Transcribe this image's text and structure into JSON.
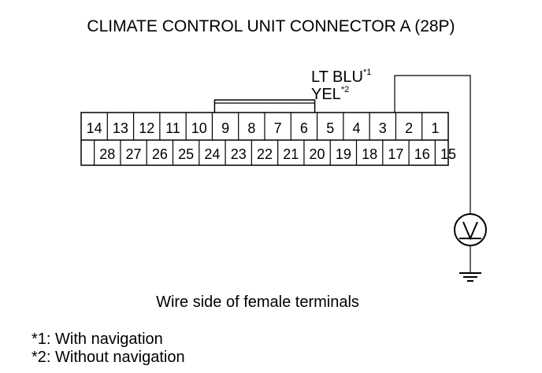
{
  "title": "CLIMATE CONTROL UNIT CONNECTOR A (28P)",
  "wire_labels": [
    {
      "text": "LT BLU",
      "sup": "*1"
    },
    {
      "text": "YEL",
      "sup": "*2"
    }
  ],
  "connector": {
    "top_row": [
      "14",
      "13",
      "12",
      "11",
      "10",
      "9",
      "8",
      "7",
      "6",
      "5",
      "4",
      "3",
      "2",
      "1"
    ],
    "bottom_row": [
      "28",
      "27",
      "26",
      "25",
      "24",
      "23",
      "22",
      "21",
      "20",
      "19",
      "18",
      "17",
      "16",
      "15"
    ],
    "probe_pin": "2"
  },
  "meter_symbol": "V",
  "caption": "Wire side of female terminals",
  "notes": [
    "*1: With navigation",
    "*2: Without navigation"
  ],
  "icons": {
    "meter": "voltmeter-icon",
    "ground": "ground-icon"
  }
}
